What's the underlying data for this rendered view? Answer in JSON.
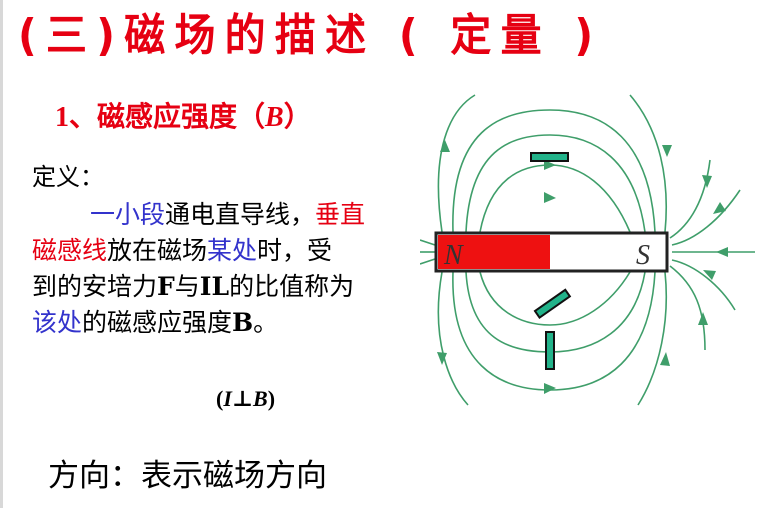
{
  "title": "(三)磁场的描述 ( 定量 )",
  "subtitle": {
    "prefix": "1、磁感应强度（",
    "symbol": "B",
    "suffix": "）"
  },
  "definition": {
    "label": "定义：",
    "lines": [
      [
        {
          "text": "一小段",
          "color": "blue"
        },
        {
          "text": "通电直导线，",
          "color": "black"
        },
        {
          "text": "垂直",
          "color": "red"
        }
      ],
      [
        {
          "text": "磁感线",
          "color": "red"
        },
        {
          "text": "放在磁场",
          "color": "black"
        },
        {
          "text": "某处",
          "color": "blue"
        },
        {
          "text": "时，受",
          "color": "black"
        }
      ],
      [
        {
          "text": "到的安培力",
          "color": "black"
        },
        {
          "text": "F",
          "color": "black",
          "bold": true
        },
        {
          "text": "与",
          "color": "black"
        },
        {
          "text": "IL",
          "color": "black",
          "bold": true
        },
        {
          "text": "的比值称为",
          "color": "black"
        }
      ],
      [
        {
          "text": "该处",
          "color": "blue"
        },
        {
          "text": "的磁感应强度",
          "color": "black"
        },
        {
          "text": "B",
          "color": "black",
          "bold": true
        },
        {
          "text": "。",
          "color": "black"
        }
      ]
    ]
  },
  "formula": {
    "open": "(",
    "i": "I",
    "perp": "⊥",
    "b": "B",
    "close": ")"
  },
  "direction": "方向：表示磁场方向",
  "diagram": {
    "north_label": "N",
    "south_label": "S",
    "magnet_north_color": "#ee1111",
    "magnet_south_color": "#ffffff",
    "field_line_color": "#3f9e6a",
    "needle_color": "#22b38a"
  },
  "colors": {
    "title_red": "#e60012",
    "blue_text": "#3333cc",
    "black_text": "#000000"
  }
}
